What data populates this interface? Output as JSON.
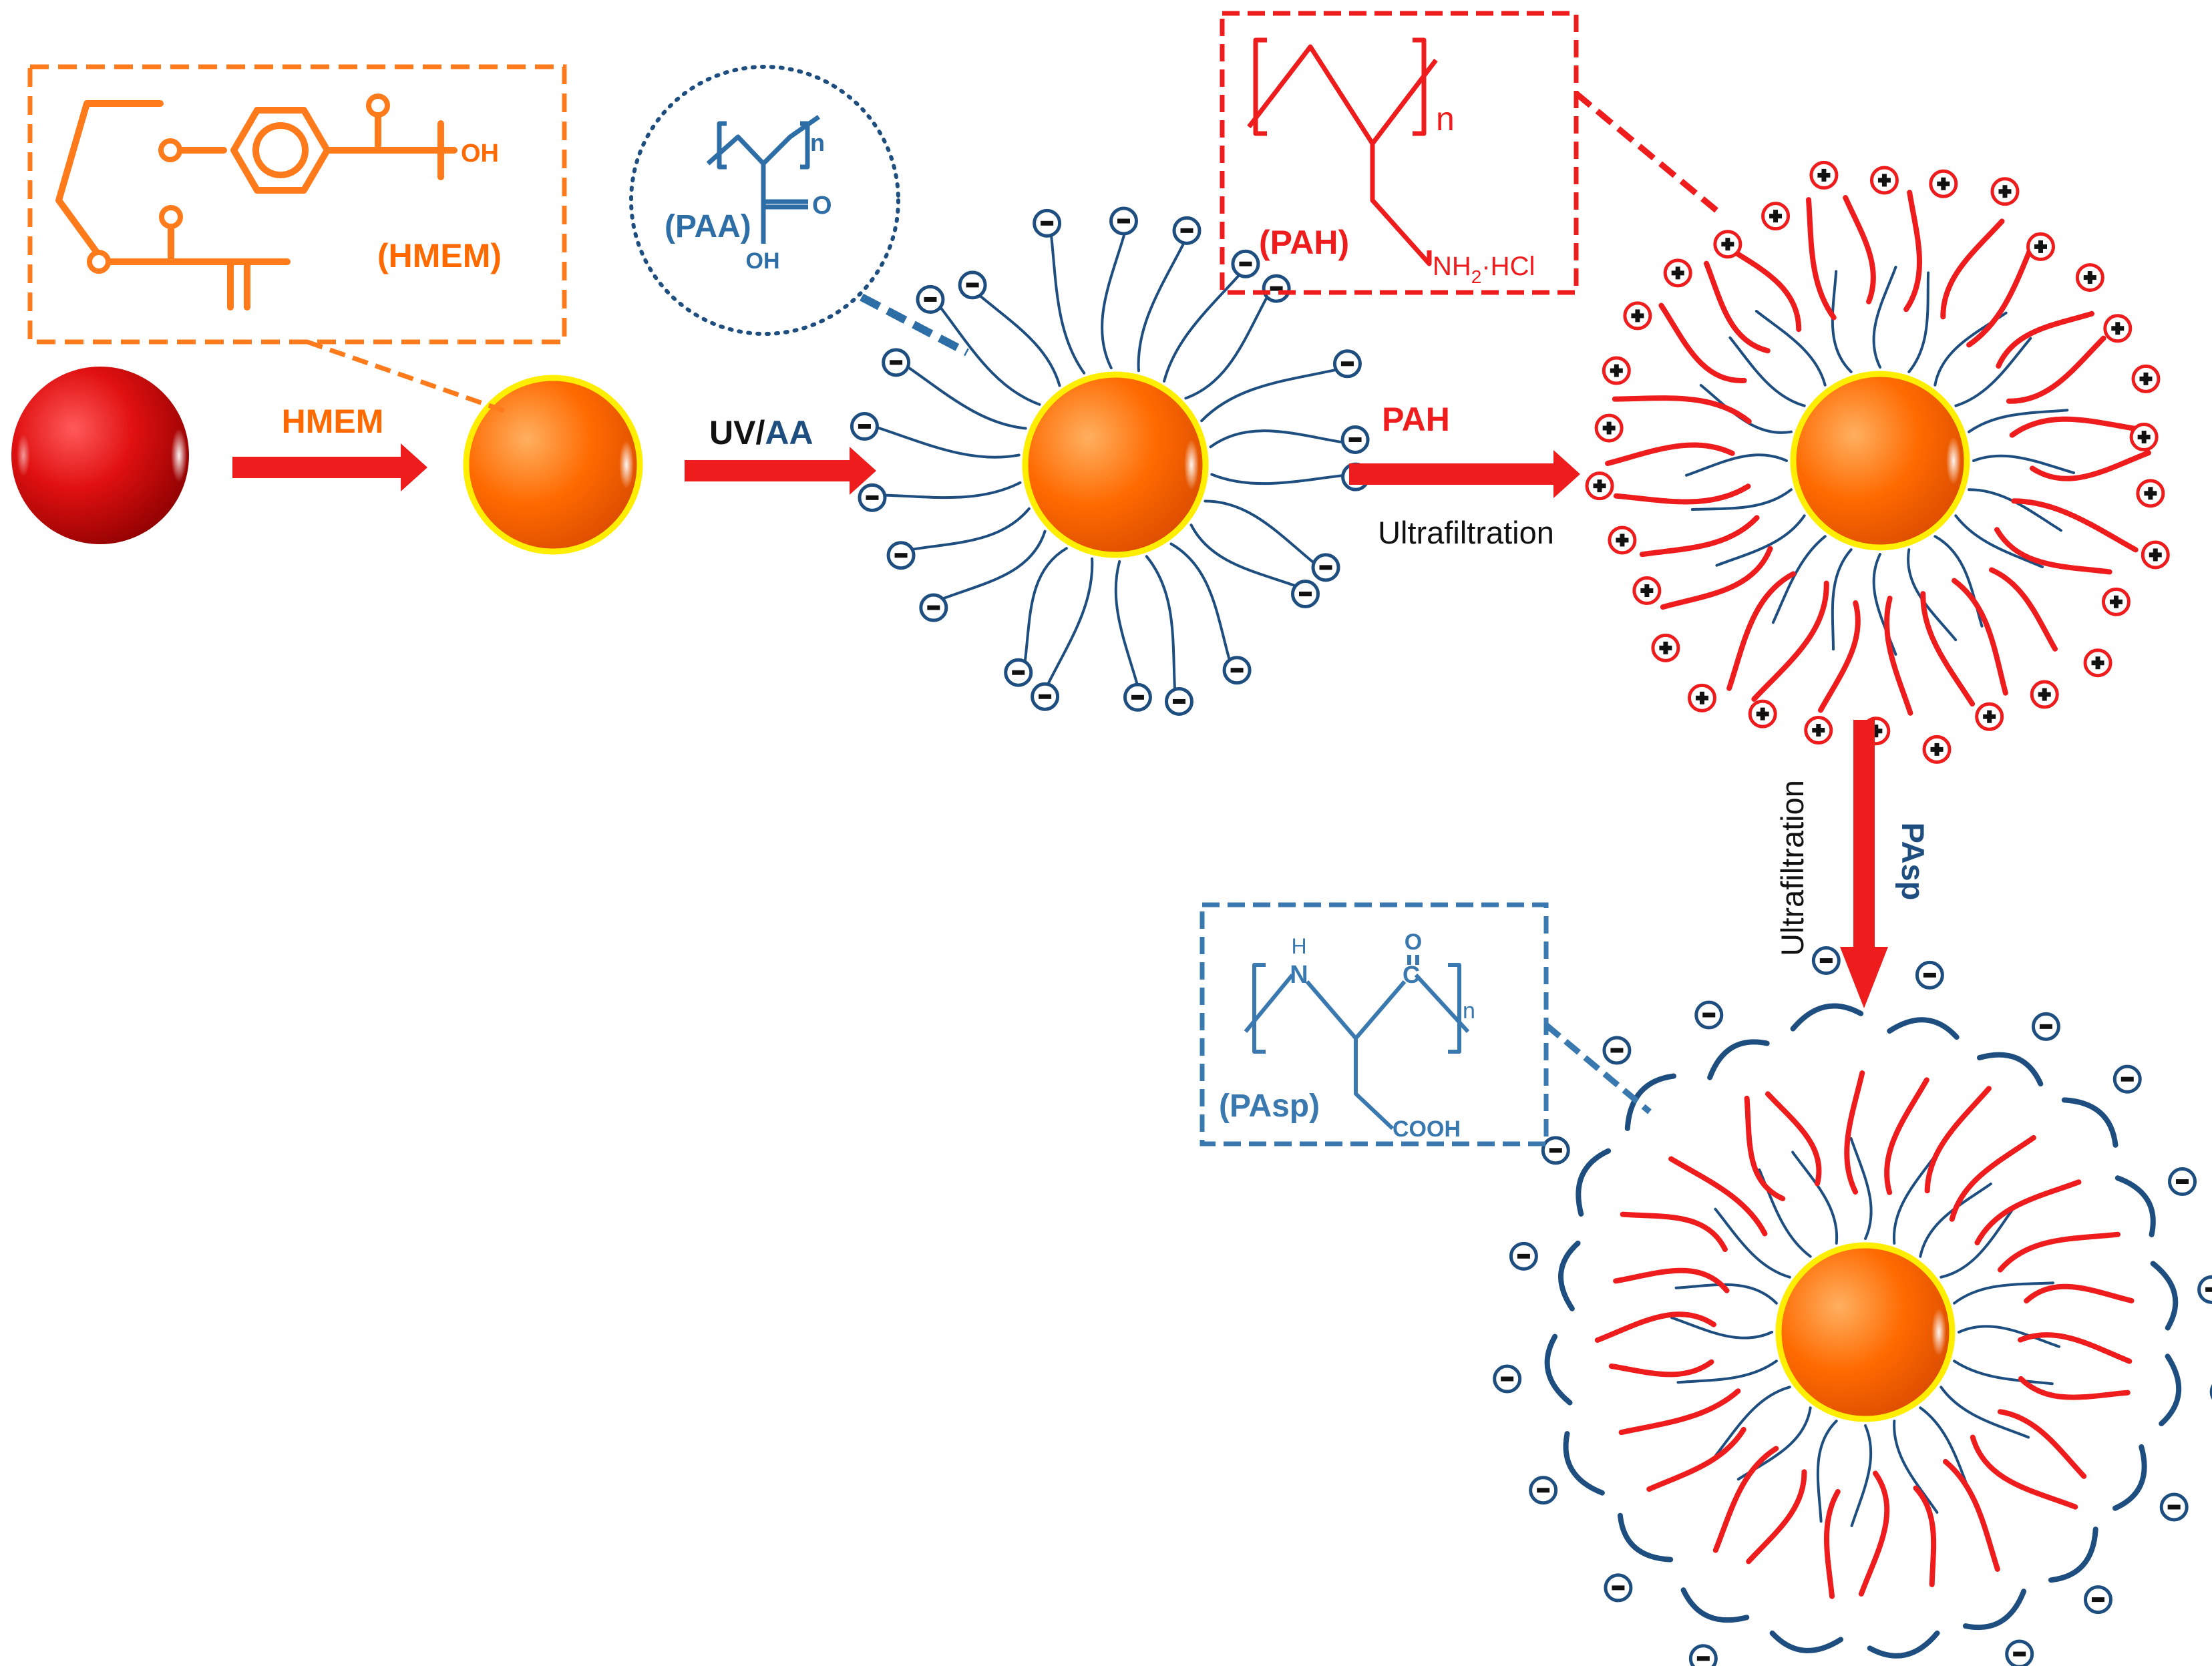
{
  "colors": {
    "orange": "#ff6a00",
    "red": "#ee1c1c",
    "blue": "#2e6ea6",
    "navy": "#1d4e7f",
    "black": "#111111"
  },
  "steps": {
    "step1_label": "HMEM",
    "step2_label_uv": "UV/",
    "step2_label_aa": "AA",
    "step3_label": "PAH",
    "step3_sub": "Ultrafiltration",
    "step4_label": "PAsp",
    "step4_sub": "Ultrafiltration"
  },
  "structures": {
    "hmem": {
      "name": "(HMEM)",
      "oh": "OH"
    },
    "paa": {
      "name": "(PAA)",
      "n": "n",
      "o": "O",
      "oh": "OH"
    },
    "pah": {
      "name": "(PAH)",
      "n": "n",
      "amine": "NH",
      "amine_sub": "2",
      "amine_salt": "·HCl"
    },
    "pasp": {
      "name": "(PAsp)",
      "h": "H",
      "nitrogen": "N",
      "o": "O",
      "c": "C",
      "n": "n",
      "acid": "COOH"
    }
  },
  "charges": {
    "negative": "−",
    "positive": "+"
  },
  "icons": [
    "core-particle-red",
    "core-particle-orange",
    "reaction-arrow",
    "negative-charge-icon",
    "positive-charge-icon"
  ]
}
